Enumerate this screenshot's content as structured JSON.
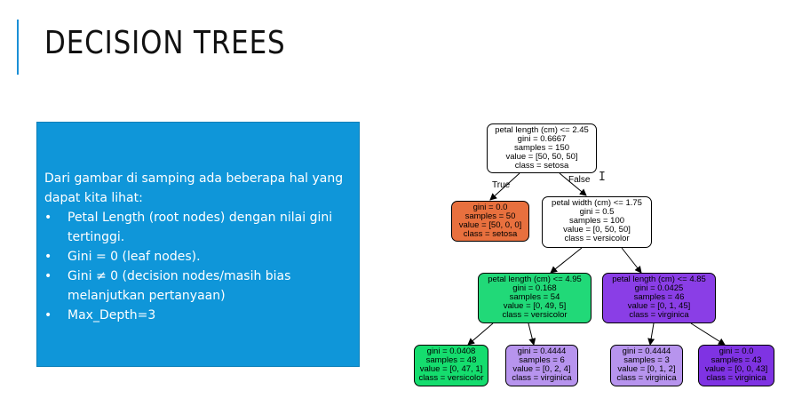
{
  "slide": {
    "title": "DECISION TREES",
    "intro": "Dari gambar di samping ada beberapa hal yang dapat kita lihat:",
    "bullets": [
      "Petal Length (root nodes) dengan nilai gini tertinggi.",
      "Gini = 0 (leaf nodes).",
      "Gini ≠ 0 (decision nodes/masih bias melanjutkan pertanyaan)",
      "Max_Depth=3"
    ],
    "bullet_glyph": "•",
    "accent_color": "#1b8fd6",
    "box_color": "#0f96d9"
  },
  "tree": {
    "edge_labels": {
      "true": "True",
      "false": "False"
    },
    "nodes": {
      "root": {
        "color": "#ffffff",
        "lines": [
          "petal length (cm) <= 2.45",
          "gini = 0.6667",
          "samples = 150",
          "value = [50, 50, 50]",
          "class = setosa"
        ]
      },
      "setosa_leaf": {
        "color": "#e8703e",
        "lines": [
          "gini = 0.0",
          "samples = 50",
          "value = [50, 0, 0]",
          "class = setosa"
        ]
      },
      "petal_width": {
        "color": "#ffffff",
        "lines": [
          "petal width (cm) <= 1.75",
          "gini = 0.5",
          "samples = 100",
          "value = [0, 50, 50]",
          "class = versicolor"
        ]
      },
      "left_mid": {
        "color": "#21d978",
        "lines": [
          "petal length (cm) <= 4.95",
          "gini = 0.168",
          "samples = 54",
          "value = [0, 49, 5]",
          "class = versicolor"
        ]
      },
      "right_mid": {
        "color": "#8a3ee6",
        "lines": [
          "petal length (cm) <= 4.85",
          "gini = 0.0425",
          "samples = 46",
          "value = [0, 1, 45]",
          "class = virginica"
        ]
      },
      "leaf1": {
        "color": "#15dd6e",
        "lines": [
          "gini = 0.0408",
          "samples = 48",
          "value = [0, 47, 1]",
          "class = versicolor"
        ]
      },
      "leaf2": {
        "color": "#b794ee",
        "lines": [
          "gini = 0.4444",
          "samples = 6",
          "value = [0, 2, 4]",
          "class = virginica"
        ]
      },
      "leaf3": {
        "color": "#b794ee",
        "lines": [
          "gini = 0.4444",
          "samples = 3",
          "value = [0, 1, 2]",
          "class = virginica"
        ]
      },
      "leaf4": {
        "color": "#7f33e3",
        "lines": [
          "gini = 0.0",
          "samples = 43",
          "value = [0, 0, 43]",
          "class = virginica"
        ]
      }
    }
  }
}
